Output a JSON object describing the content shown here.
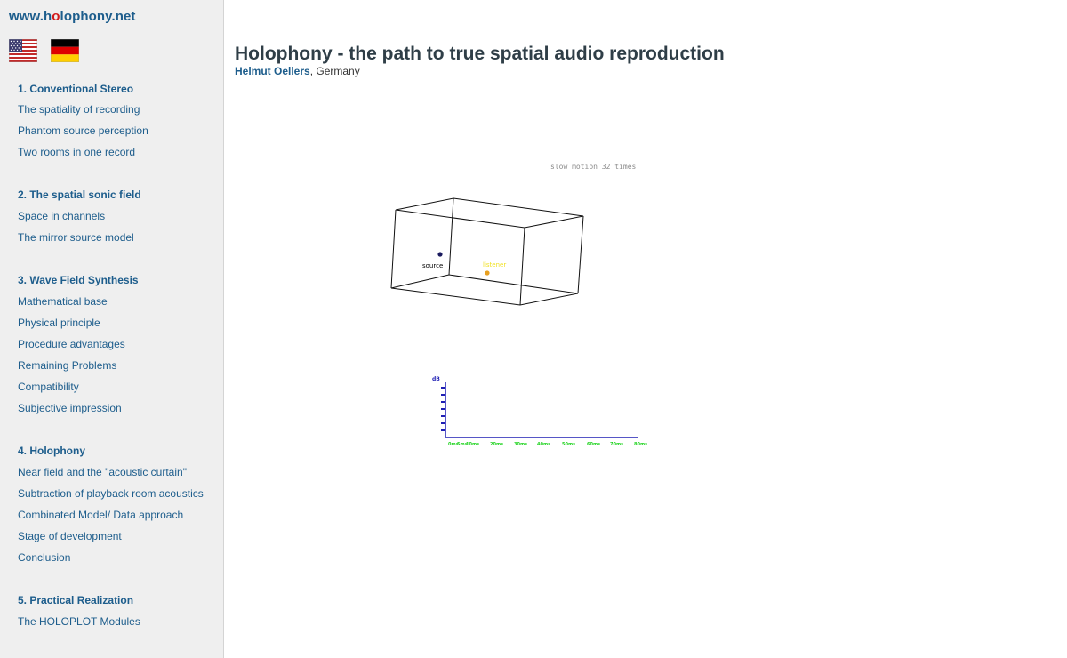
{
  "site": {
    "url_prefix": "www.h",
    "url_highlight": "o",
    "url_suffix": "lophony.net"
  },
  "languages": [
    {
      "name": "English",
      "icon": "us-flag-icon"
    },
    {
      "name": "Deutsch",
      "icon": "germany-flag-icon"
    }
  ],
  "nav": {
    "sections": [
      {
        "heading": "1. Conventional Stereo",
        "items": [
          "The spatiality of recording",
          "Phantom source perception",
          "Two rooms in one record"
        ]
      },
      {
        "heading": "2. The spatial sonic field",
        "items": [
          "Space in channels",
          "The mirror source model"
        ]
      },
      {
        "heading": "3. Wave Field Synthesis",
        "items": [
          "Mathematical base",
          "Physical principle",
          "Procedure advantages",
          "Remaining Problems",
          "Compatibility",
          "Subjective impression"
        ]
      },
      {
        "heading": "4. Holophony",
        "items": [
          "Near field and the \"acoustic curtain\"",
          "Subtraction of playback room acoustics",
          "Combinated Model/ Data approach",
          "Stage of development",
          "Conclusion"
        ]
      },
      {
        "heading": "5. Practical Realization",
        "items": [
          "The HOLOPLOT Modules"
        ]
      }
    ]
  },
  "page": {
    "title": "Holophony - the path to true spatial audio reproduction",
    "author": "Helmut Oellers",
    "location": ", Germany"
  },
  "animation": {
    "slow_motion_label": "slow motion 32 times",
    "source_label": "source",
    "listener_label": "listener",
    "source_color": "#1a1a5e",
    "listener_color": "#e8a020"
  },
  "chart_data": {
    "type": "line",
    "ylabel": "dB",
    "x_tick_labels": [
      "0ms",
      "5ms",
      "10ms",
      "20ms",
      "30ms",
      "40ms",
      "50ms",
      "60ms",
      "70ms",
      "80ms"
    ],
    "y_ticks_count": 7,
    "series": []
  },
  "colors": {
    "link": "#1d5d8c",
    "sidebar_bg": "#efefef",
    "axis": "#1f1fb4",
    "tick_labels": "#1fd31f"
  }
}
